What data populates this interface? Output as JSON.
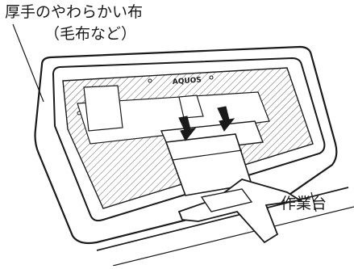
{
  "labels": {
    "cloth_line1": "厚手のやわらかい布",
    "cloth_line2": "（毛布など）",
    "workbench": "作業台",
    "brand": "AQUOS"
  },
  "colors": {
    "stroke": "#1a1a1a",
    "fill": "#ffffff"
  }
}
